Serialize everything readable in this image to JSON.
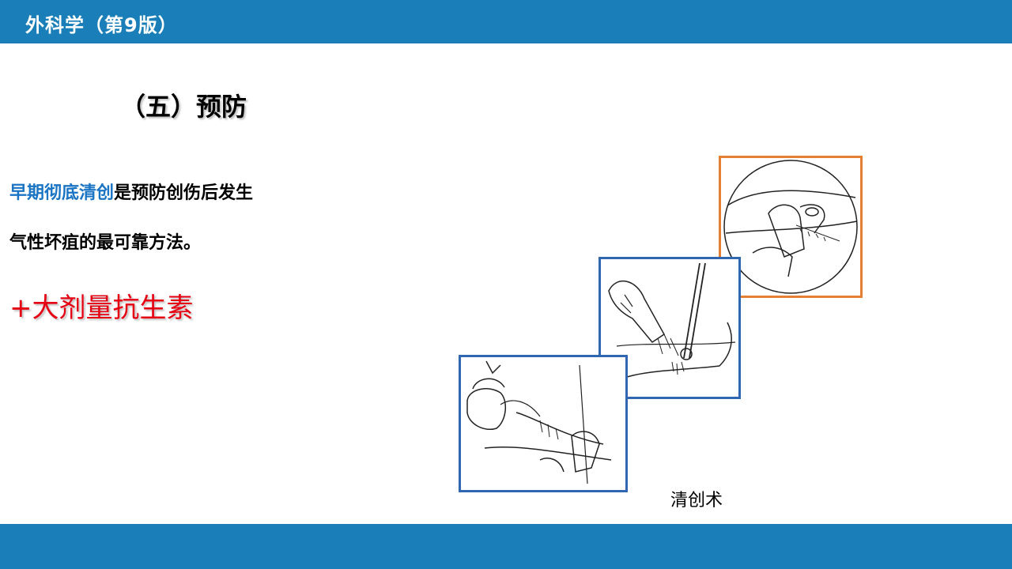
{
  "header": {
    "title": "外科学（第9版）"
  },
  "section": {
    "heading": "（五）预防"
  },
  "body": {
    "highlight": "早期彻底清创",
    "line1_rest": "是预防创伤后发生",
    "line2": "气性坏疽的最可靠方法。",
    "antibiotic": "+大剂量抗生素"
  },
  "figure": {
    "caption": "清创术"
  },
  "colors": {
    "header_bar": "#1a7fb8",
    "highlight_text": "#1a74c4",
    "antibiotic_text": "#e50012",
    "panel_orange": "#e57f33",
    "panel_blue": "#2f67b1"
  }
}
